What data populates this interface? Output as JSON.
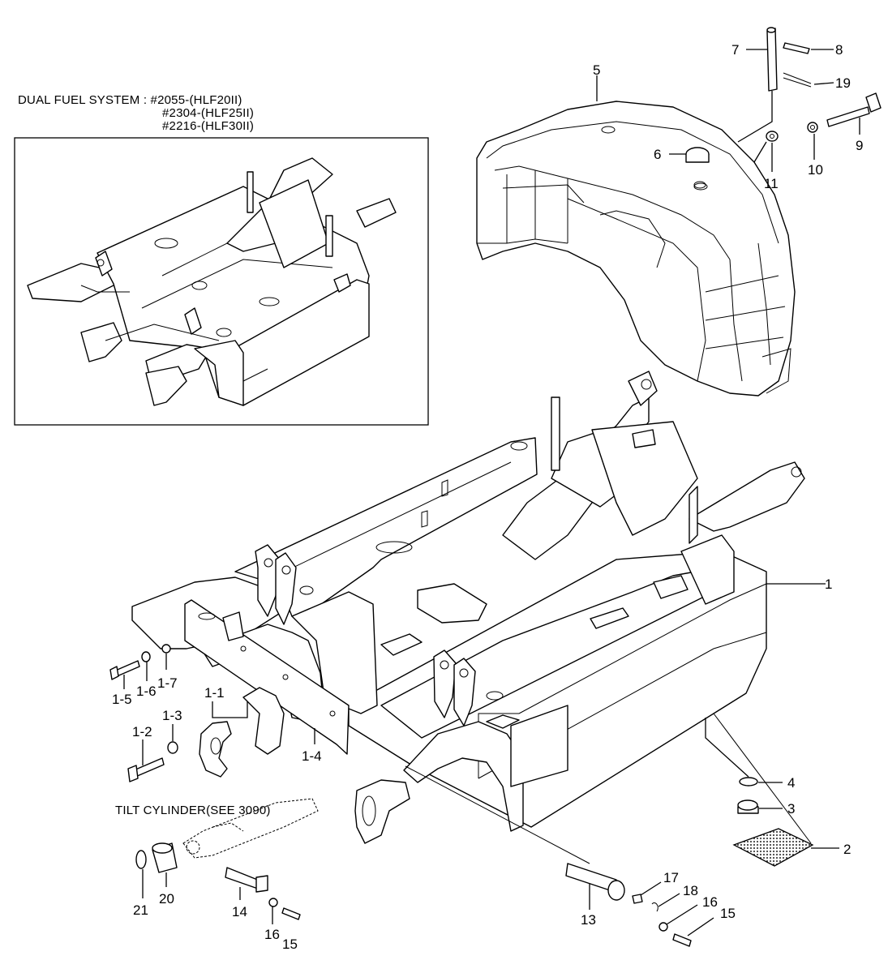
{
  "header": {
    "dual_fuel_title": "DUAL FUEL SYSTEM : #2055-(HLF20II)",
    "dual_fuel_line2": "#2304-(HLF25II)",
    "dual_fuel_line3": "#2216-(HLF30II)",
    "tilt_cylinder_note": "TILT CYLINDER(SEE 3090)"
  },
  "callouts": {
    "c1": "1",
    "c1_1": "1-1",
    "c1_2": "1-2",
    "c1_3": "1-3",
    "c1_4": "1-4",
    "c1_5": "1-5",
    "c1_6": "1-6",
    "c1_7": "1-7",
    "c2": "2",
    "c3": "3",
    "c4": "4",
    "c5": "5",
    "c6": "6",
    "c7": "7",
    "c8": "8",
    "c9": "9",
    "c10": "10",
    "c11": "11",
    "c13": "13",
    "c14": "14",
    "c15a": "15",
    "c15b": "15",
    "c16a": "16",
    "c16b": "16",
    "c17": "17",
    "c18": "18",
    "c19": "19",
    "c20": "20",
    "c21": "21"
  },
  "colors": {
    "line": "#000000",
    "background": "#ffffff",
    "pad_shade": "#555555"
  }
}
